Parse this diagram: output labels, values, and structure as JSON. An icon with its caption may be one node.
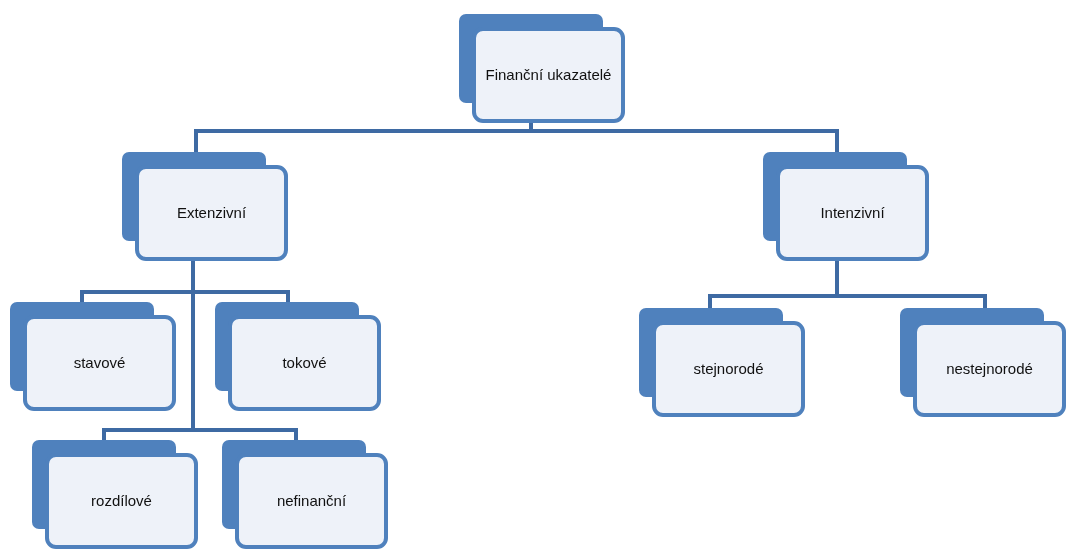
{
  "diagram": {
    "nodes": [
      {
        "text": [
          "Finanční ukazatelé"
        ]
      },
      {
        "text": [
          "Extenzivní"
        ]
      },
      {
        "text": [
          "Intenzivní"
        ]
      },
      {
        "text": [
          "stavové"
        ]
      },
      {
        "text": [
          "tokové"
        ]
      },
      {
        "text": [
          "rozdílové"
        ]
      },
      {
        "text": [
          "nefinanční"
        ]
      },
      {
        "text": [
          "stejnorodé"
        ]
      },
      {
        "text": [
          "nestejnorodé"
        ]
      }
    ],
    "edges": [
      {
        "from": 0,
        "to": 1,
        "arrow": "none"
      },
      {
        "from": 0,
        "to": 2,
        "arrow": "none"
      },
      {
        "from": 1,
        "to": 3,
        "arrow": "none"
      },
      {
        "from": 1,
        "to": 4,
        "arrow": "none"
      },
      {
        "from": 1,
        "to": 5,
        "arrow": "none"
      },
      {
        "from": 1,
        "to": 6,
        "arrow": "none"
      },
      {
        "from": 2,
        "to": 7,
        "arrow": "none"
      },
      {
        "from": 2,
        "to": 8,
        "arrow": "none"
      }
    ]
  }
}
